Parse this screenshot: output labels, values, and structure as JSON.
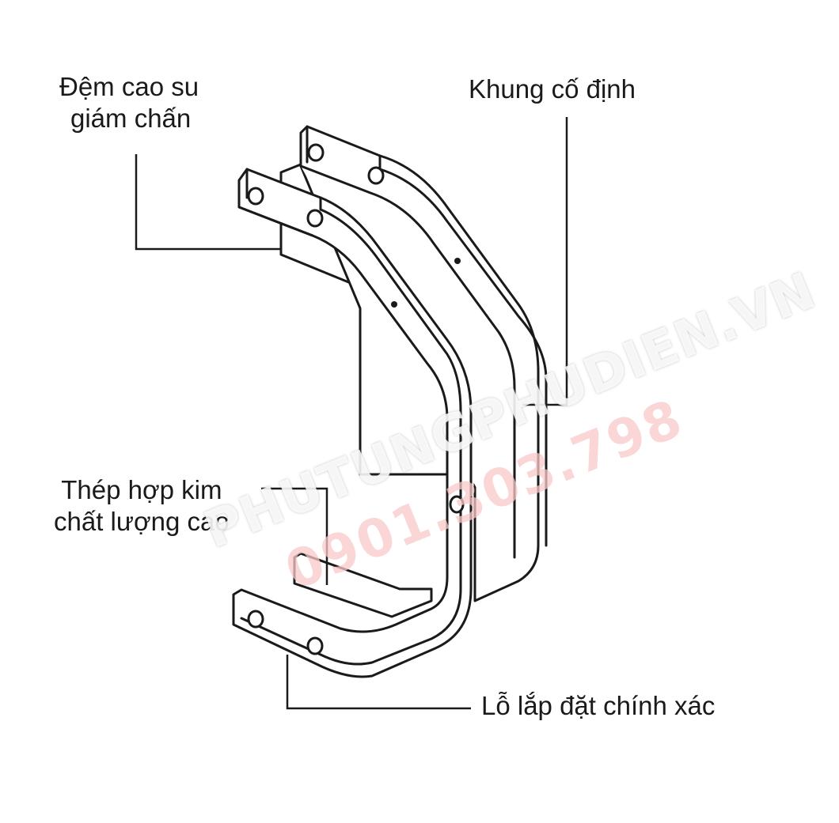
{
  "labels": {
    "rubber_pad": [
      "Đệm cao su",
      "giám chấn"
    ],
    "fixed_frame": "Khung cố định",
    "alloy_steel": [
      "Thép hợp kim",
      "chất lượng cao"
    ],
    "mount_holes": "Lỗ lắp đặt chính xác"
  },
  "watermark": {
    "site": "PHUTUNGPHUDIEN.VN",
    "phone": "0901.303.798"
  },
  "colors": {
    "line": "#1a1a1a",
    "background": "#ffffff",
    "watermark_phone": "#f5c0c0"
  }
}
